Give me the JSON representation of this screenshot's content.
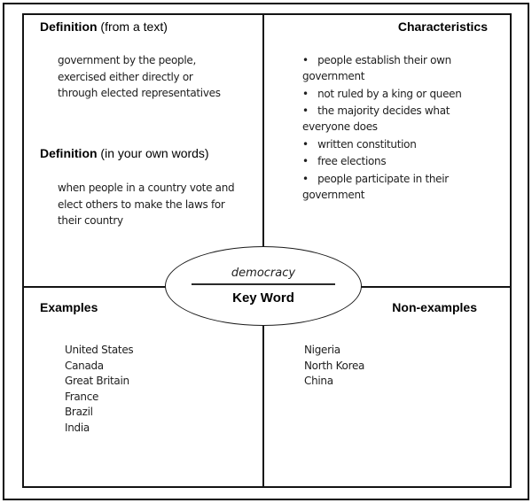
{
  "key_word": {
    "term": "democracy",
    "label": "Key Word"
  },
  "quadrants": {
    "definition_text": {
      "title_bold": "Definition",
      "title_rest": " (from a text)",
      "body": "government by the people,\nexercised either directly or\nthrough elected representatives"
    },
    "definition_own_words": {
      "title_bold": "Definition",
      "title_rest": " (in your own words)",
      "body": "when people in a country vote and\nelect others to make the laws for\ntheir country"
    },
    "characteristics": {
      "title": "Characteristics",
      "bullet_glyph": "•",
      "items": [
        "people establish their own\ngovernment",
        "not ruled by a king or queen",
        "the majority decides what\neveryone does",
        "written constitution",
        "free elections",
        "people participate in their\ngovernment"
      ]
    },
    "examples": {
      "title": "Examples",
      "items": "United States\nCanada\nGreat Britain\nFrance\nBrazil\nIndia"
    },
    "non_examples": {
      "title": "Non-examples",
      "items": "Nigeria\nNorth Korea\nChina"
    }
  },
  "colors": {
    "ink": "#141414",
    "handwriting": "#1e1e1e",
    "background": "#ffffff"
  }
}
